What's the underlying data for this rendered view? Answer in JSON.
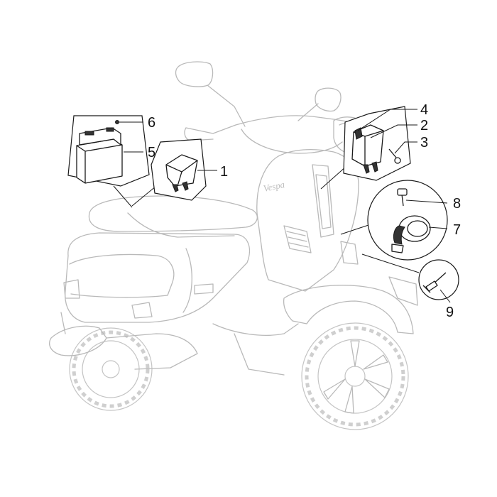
{
  "callouts": [
    {
      "label": "1",
      "part": "relay"
    },
    {
      "label": "2",
      "part": "flasher bracket"
    },
    {
      "label": "3",
      "part": "bracket screw"
    },
    {
      "label": "4",
      "part": "flasher unit"
    },
    {
      "label": "5",
      "part": "battery"
    },
    {
      "label": "6",
      "part": "battery terminal"
    },
    {
      "label": "7",
      "part": "horn"
    },
    {
      "label": "8",
      "part": "horn screw"
    },
    {
      "label": "9",
      "part": "horn mounting bolt"
    }
  ],
  "badge_text": "Vespa"
}
